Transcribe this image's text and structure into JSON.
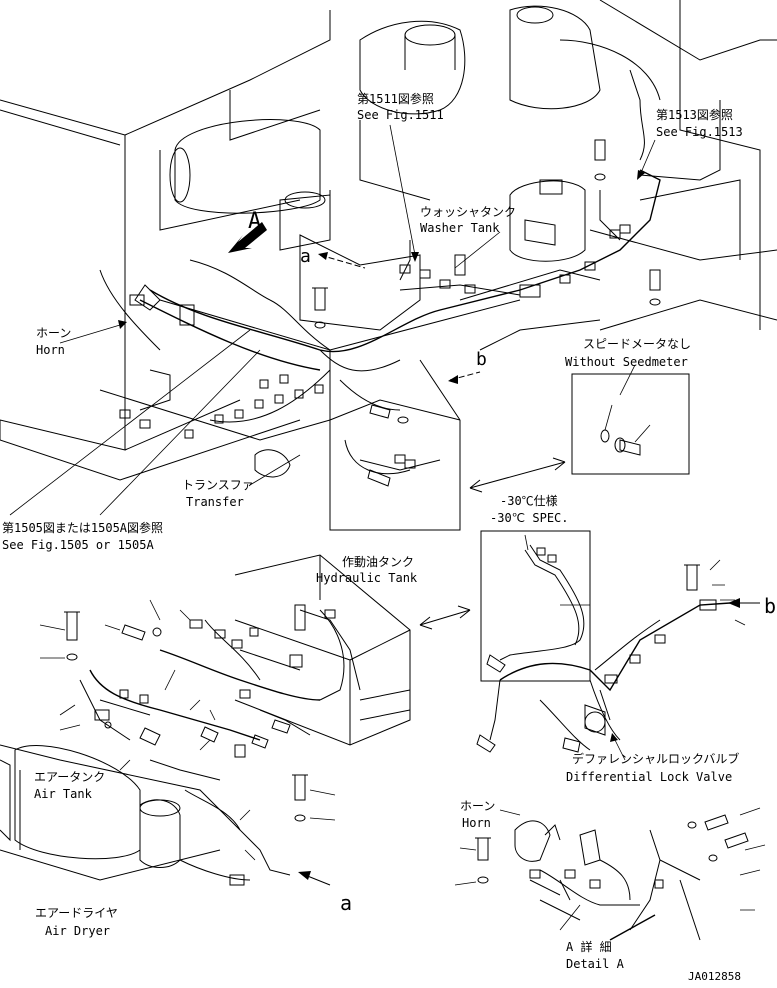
{
  "labels": {
    "fig1511_jp": "第1511図参照",
    "fig1511_en": "See Fig.1511",
    "fig1513_jp": "第1513図参照",
    "fig1513_en": "See Fig.1513",
    "washer_jp": "ウォッシャタンク",
    "washer_en": "Washer Tank",
    "arrow_A": "A",
    "arrow_a": "a",
    "arrow_b": "b",
    "horn_jp": "ホーン",
    "horn_en": "Horn",
    "speedo_jp": "スピードメータなし",
    "speedo_en": "Without Seedmeter",
    "transfer_jp": "トランスファ",
    "transfer_en": "Transfer",
    "fig1505_jp": "第1505図または1505A図参照",
    "fig1505_en": "See Fig.1505 or 1505A",
    "cold_jp": "-30℃仕様",
    "cold_en": "-30℃ SPEC.",
    "hyd_jp": "作動油タンク",
    "hyd_en": "Hydraulic Tank",
    "difflock_jp": "デファレンシャルロックバルブ",
    "difflock_en": "Differential Lock Valve",
    "airtank_jp": "エアータンク",
    "airtank_en": "Air Tank",
    "horn2_jp": "ホーン",
    "horn2_en": "Horn",
    "airdryer_jp": "エアードライヤ",
    "airdryer_en": "Air Dryer",
    "detailA_jp": "A 詳 細",
    "detailA_en": "Detail A",
    "code": "JA012858",
    "bottom_a": "a",
    "right_b": "b"
  }
}
